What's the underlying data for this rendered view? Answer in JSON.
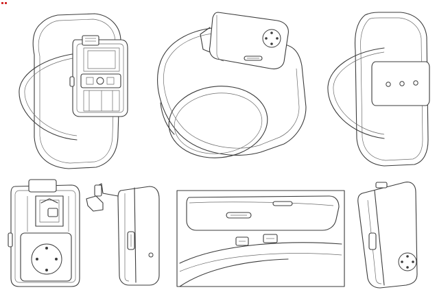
{
  "figure": {
    "views": [
      "band-front-open",
      "band-perspective",
      "band-rear",
      "module-front-open",
      "module-side",
      "module-detail",
      "module-angled"
    ]
  },
  "colors": {
    "line": "#3a3a3a",
    "thin_line": "#6a6a6a",
    "paper": "#ffffff",
    "mark": "#d22b2b"
  }
}
